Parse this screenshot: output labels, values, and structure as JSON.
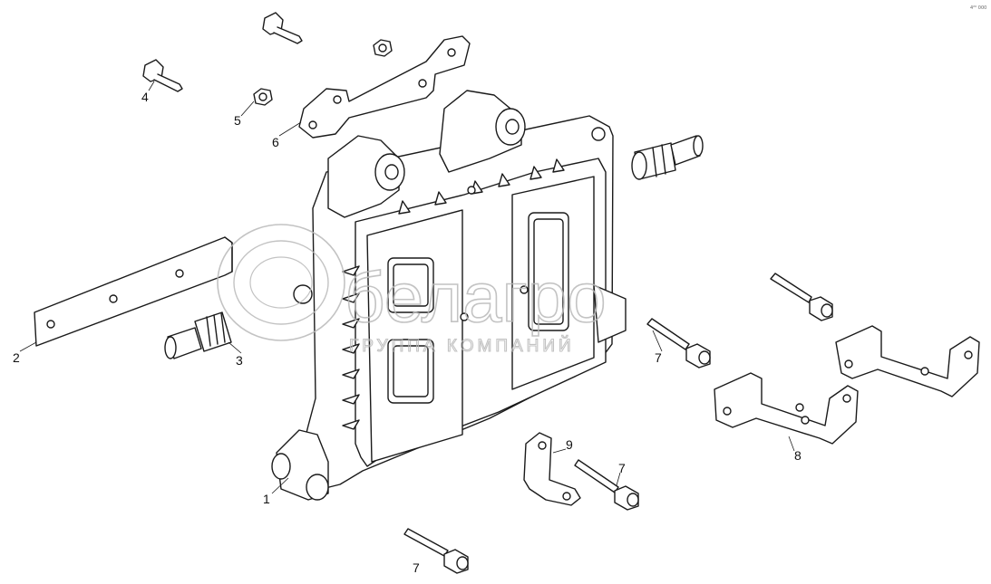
{
  "diagram": {
    "callouts": [
      {
        "id": "1",
        "text": "1"
      },
      {
        "id": "2",
        "text": "2"
      },
      {
        "id": "3",
        "text": "3"
      },
      {
        "id": "4",
        "text": "4"
      },
      {
        "id": "5",
        "text": "5"
      },
      {
        "id": "6",
        "text": "6"
      },
      {
        "id": "7a",
        "text": "7"
      },
      {
        "id": "7b",
        "text": "7"
      },
      {
        "id": "7c",
        "text": "7"
      },
      {
        "id": "8",
        "text": "8"
      },
      {
        "id": "9",
        "text": "9"
      }
    ],
    "watermark": {
      "brand": "белагро",
      "tagline": "ГРУППА КОМПАНИЙ"
    },
    "corner_code": "4²⁰ 000"
  },
  "colors": {
    "line": "#1a1a1a",
    "watermark": "#b9b9b9",
    "background": "#ffffff"
  }
}
